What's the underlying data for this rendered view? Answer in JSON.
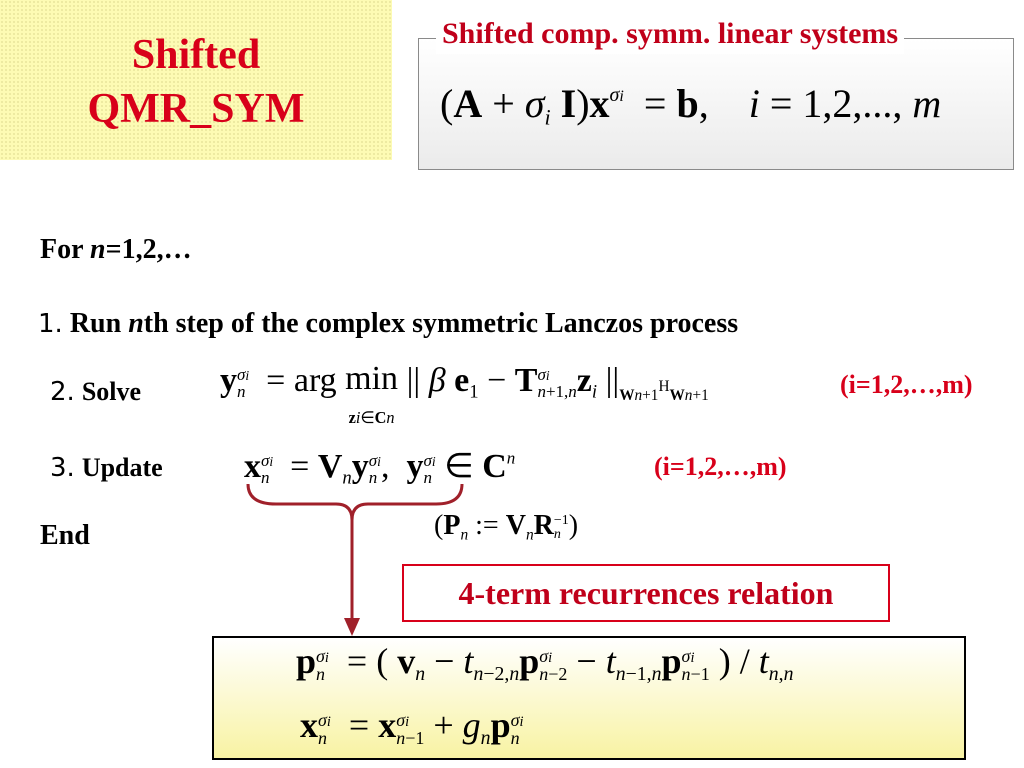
{
  "title": {
    "line1": "Shifted",
    "line2": "QMR_SYM"
  },
  "system": {
    "label": "Shifted comp. symm. linear systems",
    "equation": "(A + σ_i I)x^σi = b,   i = 1,2,..., m"
  },
  "algorithm": {
    "for_word": "For",
    "for_var": "n",
    "for_range": "=1,2,…",
    "step1_num": "1.",
    "step1_text_a": "Run",
    "step1_var": "n",
    "step1_text_b": "th step of the complex symmetric Lanczos process",
    "step2_num": "2.",
    "step2_label": "Solve",
    "step2_equation": "y_n^σi = arg min_{z_i ∈ C^n} || β e_1 − T_{n+1,n}^σi z_i ||_{W_{n+1}^H W_{n+1}}",
    "step2_range": "(i=1,2,…,m)",
    "step3_num": "3.",
    "step3_label": "Update",
    "step3_equation": "x_n^σi = V_n y_n^σi,  y_n^σi ∈ C^n",
    "step3_range": "(i=1,2,…,m)",
    "end_word": "End"
  },
  "p_definition": "(P_n := V_n R_n^−1)",
  "recurrence_label": "4-term recurrences relation",
  "recurrences": {
    "p_update": "p_n^σi = (v_n − t_{n−2,n} p_{n−2}^σi − t_{n−1,n} p_{n−1}^σi) / t_{n,n}",
    "x_update": "x_n^σi = x_{n−1}^σi + g_n p_n^σi"
  },
  "colors": {
    "accent_red": "#d8001a",
    "title_bg": "#fdfbb4",
    "arrow": "#a0202a"
  }
}
